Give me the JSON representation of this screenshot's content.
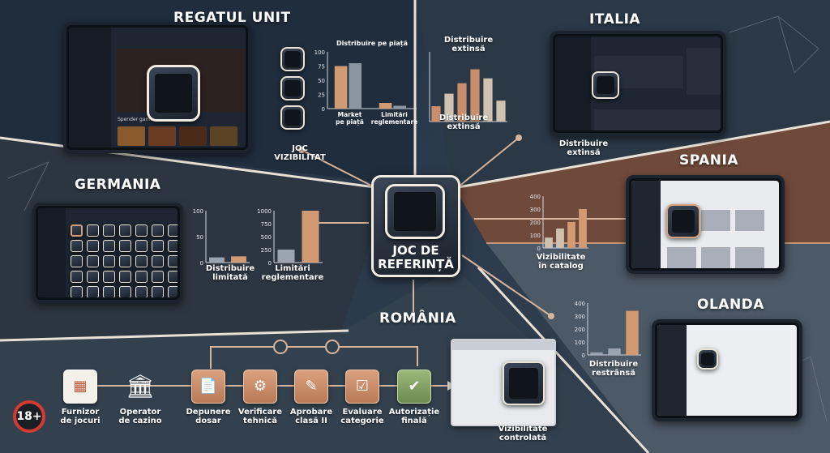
{
  "regions": {
    "uk": {
      "title": "REGATUL UNIT"
    },
    "italy": {
      "title": "ITALIA"
    },
    "germany": {
      "title": "GERMANIA"
    },
    "spain": {
      "title": "SPANIA"
    },
    "romania": {
      "title": "ROMÂNIA"
    },
    "netherlands": {
      "title": "OLANDA"
    }
  },
  "center": {
    "label_line1": "JOC DE",
    "label_line2": "REFERINȚĂ"
  },
  "uk": {
    "chart_title": "Distribuire pe piață",
    "visibility_caption": "JOC\nVIZIBILITAT",
    "section_label": "Spender games"
  },
  "italy": {
    "chart_title": "Distribuire extinsă",
    "chart_caption": "Distribuire\nextinsă",
    "tablet_caption": "Distribuire\nextinsă"
  },
  "germany": {
    "limited_caption": "Distribuire\nlimitată",
    "reg_caption": "Limitări\nreglementare"
  },
  "spain": {
    "caption": "Vizibilitate\nîn catalog"
  },
  "netherlands": {
    "caption": "Distribuire\nrestrânsă"
  },
  "romania": {
    "steps": [
      {
        "label": "Furnizor\nde jocuri",
        "icon": "game-tiles-icon"
      },
      {
        "label": "Operator\nde cazino",
        "icon": "bank-building-icon"
      },
      {
        "label": "Depunere\ndosar",
        "icon": "document-icon"
      },
      {
        "label": "Verificare\ntehnică",
        "icon": "gear-document-icon"
      },
      {
        "label": "Aprobare\nclasă II",
        "icon": "clipboard-pen-icon"
      },
      {
        "label": "Evaluare\ncategorie",
        "icon": "checklist-icon"
      },
      {
        "label": "Autorizație\nfinală",
        "icon": "check-circle-icon"
      }
    ],
    "result_caption": "Vizibilitate\ncontrolată",
    "age_badge": "18+"
  },
  "chart_data": [
    {
      "type": "bar",
      "title": "Distribuire pe piață",
      "categories": [
        "Market\npe piață",
        "Limitări\nreglementare"
      ],
      "series": [
        {
          "values": [
            75,
            10
          ],
          "color": "#d29a72"
        },
        {
          "values": [
            80,
            5
          ],
          "color": "#8b96a3"
        }
      ],
      "ylim": [
        0,
        100
      ],
      "yticks": [
        0,
        25,
        50,
        75,
        100
      ]
    },
    {
      "type": "bar",
      "title": "Distribuire extinsă",
      "categories": [
        "",
        "",
        "",
        "",
        "",
        ""
      ],
      "values": [
        22,
        40,
        55,
        75,
        62,
        30
      ],
      "colors": [
        "#c98f6a",
        "#cfc1ae",
        "#c98f6a",
        "#c98f6a",
        "#cfc1ae",
        "#cfc1ae"
      ],
      "ylim": [
        0,
        100
      ]
    },
    {
      "type": "bar",
      "title": "",
      "categories": [
        "Distribuire\nlimitată"
      ],
      "values": [
        10,
        12
      ],
      "colors": [
        "#9aa5b1",
        "#d29a72"
      ],
      "ylim": [
        0,
        100
      ],
      "yticks": [
        0,
        50,
        100
      ]
    },
    {
      "type": "bar",
      "title": "",
      "categories": [
        "Limitări\nreglementare"
      ],
      "values": [
        250,
        1000
      ],
      "colors": [
        "#9aa5b1",
        "#d29a72"
      ],
      "ylim": [
        0,
        1000
      ],
      "yticks": [
        0,
        250,
        500,
        750,
        1000
      ]
    },
    {
      "type": "bar",
      "title": "",
      "categories": [
        "",
        "",
        "",
        ""
      ],
      "values": [
        80,
        150,
        200,
        300
      ],
      "colors": [
        "#cfc1ae",
        "#cfc1ae",
        "#d29a72",
        "#d29a72"
      ],
      "ylim": [
        0,
        400
      ],
      "yticks": [
        0,
        100,
        200,
        300,
        400
      ]
    },
    {
      "type": "bar",
      "title": "",
      "categories": [
        "",
        "",
        ""
      ],
      "values": [
        20,
        50,
        340
      ],
      "colors": [
        "#9aa5b1",
        "#9aa5b1",
        "#d29a72"
      ],
      "ylim": [
        0,
        400
      ],
      "yticks": [
        0,
        100,
        200,
        300,
        400
      ]
    }
  ]
}
